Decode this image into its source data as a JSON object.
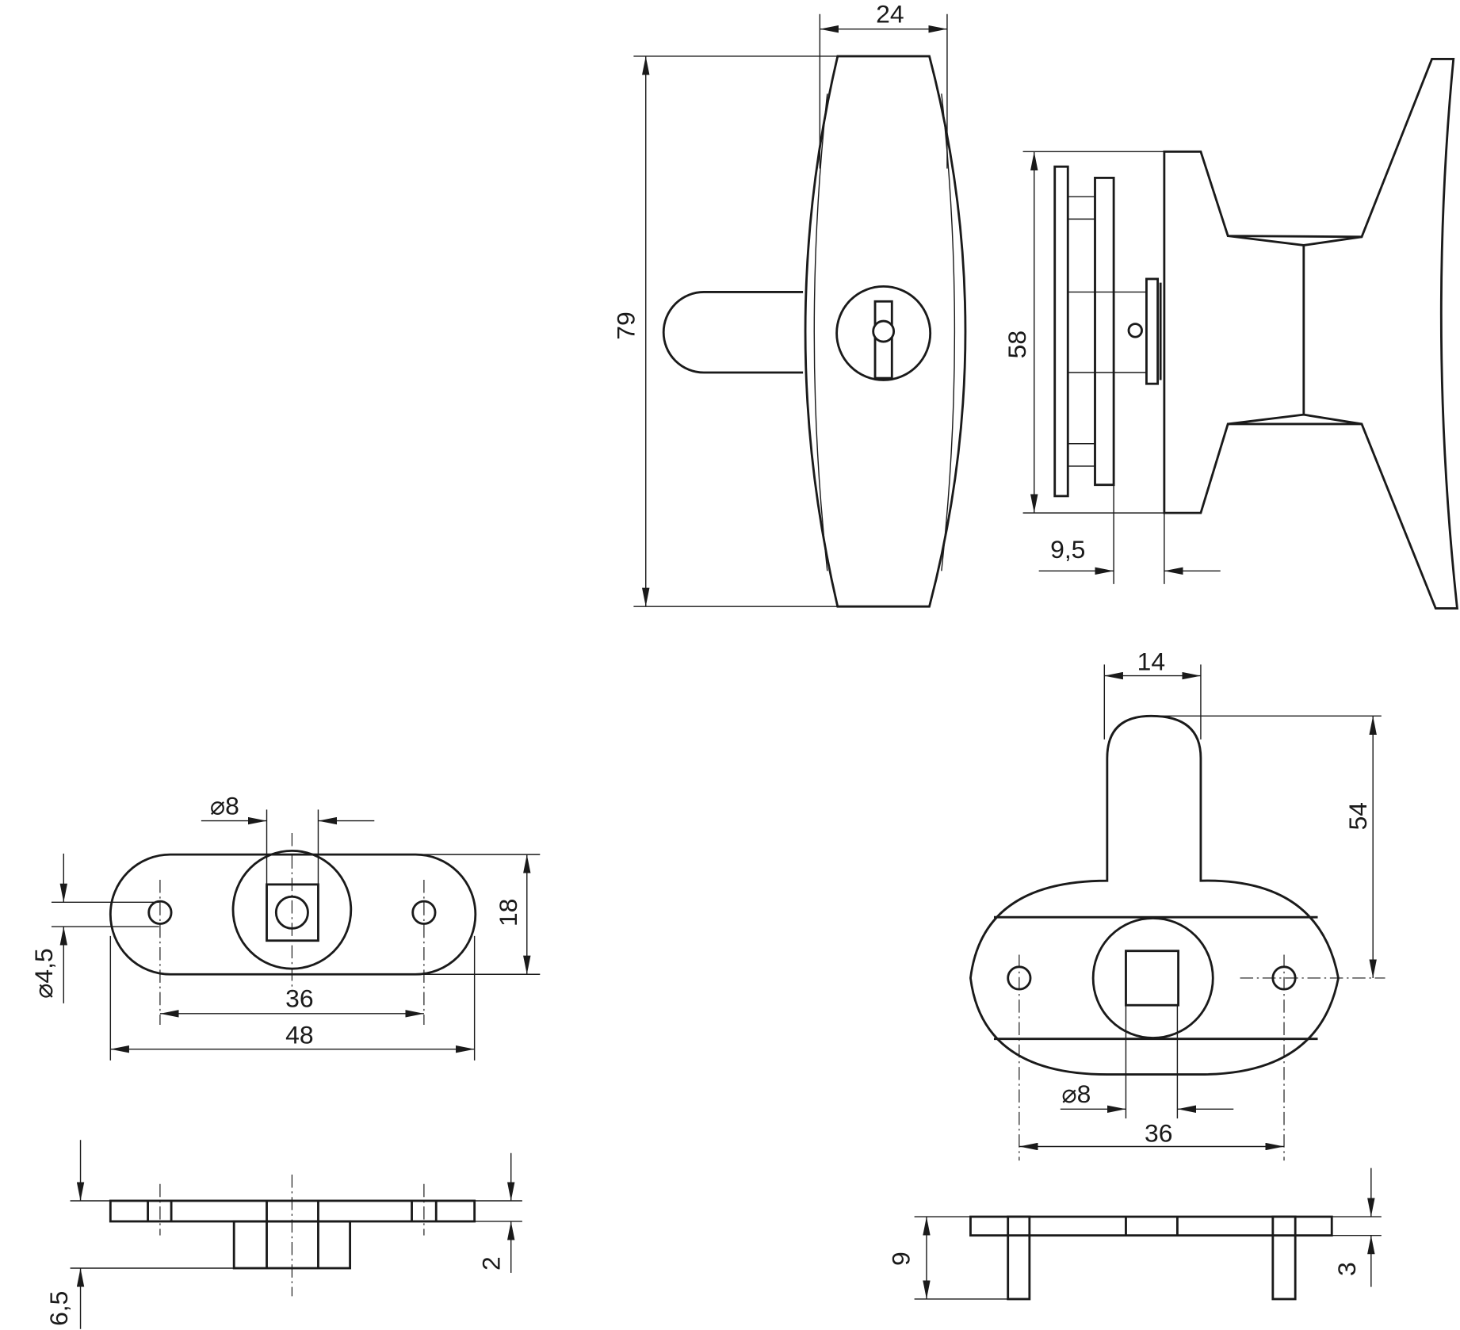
{
  "drawing": {
    "front_view": {
      "width_label": "24",
      "height_label": "79"
    },
    "side_view": {
      "height_label": "58",
      "offset_label": "9,5"
    },
    "small_plate": {
      "hole_dia_label": "⌀4,5",
      "spindle_dia_label": "⌀8",
      "height_label": "18",
      "hole_spacing_label": "36",
      "length_label": "48",
      "thickness_label": "2",
      "boss_height_label": "6,5"
    },
    "tab_plate": {
      "tab_width_label": "14",
      "tab_height_label": "54",
      "spindle_dia_label": "⌀8",
      "hole_spacing_label": "36",
      "total_height_label": "9",
      "thickness_label": "3"
    }
  }
}
